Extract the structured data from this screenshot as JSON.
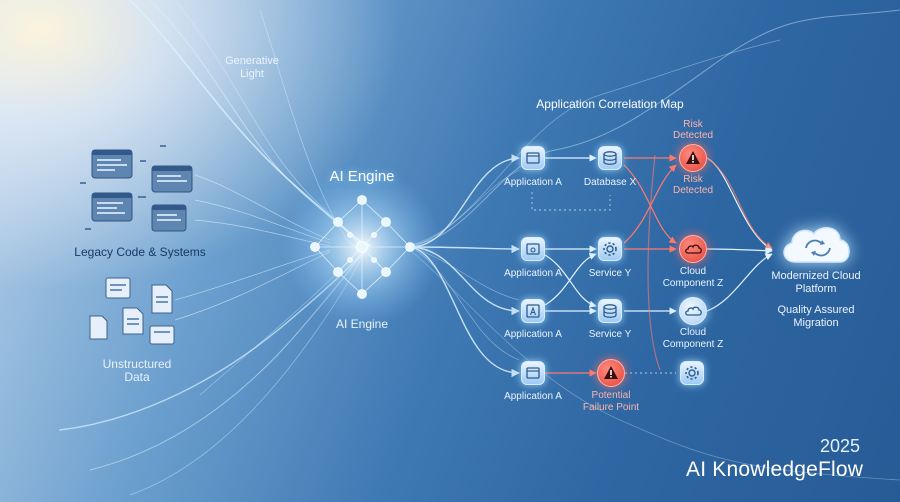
{
  "labels": {
    "generative_light": "Generative Light",
    "ai_engine_top": "AI Engine",
    "ai_engine_bottom": "AI Engine",
    "legacy": "Legacy Code & Systems",
    "unstructured": "Unstructured Data",
    "map_title": "Application Correlation Map",
    "risk_top": "Risk Detected",
    "risk_mid": "Risk Detected",
    "app_a1": "Application A",
    "db_x": "Database X",
    "app_a2": "Application A",
    "service_y1": "Service Y",
    "cloud_z1": "Cloud Component Z",
    "app_a3": "Application A",
    "service_y2": "Service Y",
    "cloud_z2": "Cloud Component Z",
    "app_a4": "Application A",
    "failure": "Potential Failure Point",
    "modernized": "Modernized Cloud Platform",
    "quality": "Quality Assured Migration"
  },
  "brand": {
    "year": "2025",
    "name": "AI KnowledgeFlow"
  },
  "icons": {
    "window": "window-icon",
    "database": "database-icon",
    "gear": "gear-icon",
    "text_a": "document-a-icon",
    "warning": "warning-icon",
    "cloud": "cloud-icon",
    "sync": "sync-icon"
  },
  "colors": {
    "flow": "#bfe6ff",
    "risk": "#ff7a6b",
    "node_fill": "#dff0ff"
  }
}
